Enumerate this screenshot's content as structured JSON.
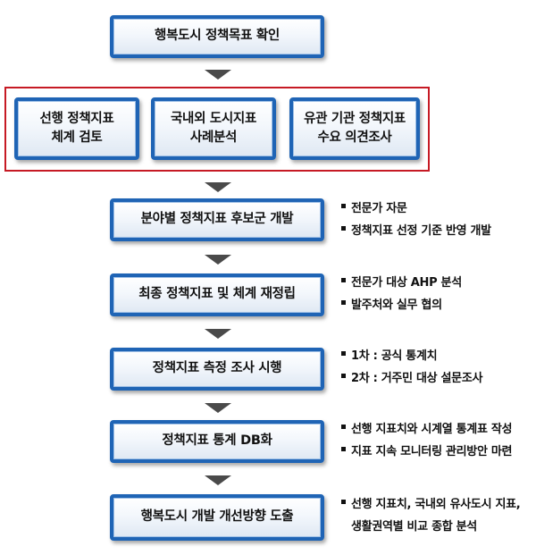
{
  "steps": {
    "s1": "행복도시 정책목표 확인",
    "sub1": [
      "선행 정책지표",
      "체계 검토"
    ],
    "sub2": [
      "국내외 도시지표",
      "사례분석"
    ],
    "sub3": [
      "유관 기관 정책지표",
      "수요 의견조사"
    ],
    "s2": "분야별 정책지표 후보군 개발",
    "s3": "최종 정책지표 및 체계 재정립",
    "s4": "정책지표 측정 조사 시행",
    "s5": "정책지표 통계 DB화",
    "s6": "행복도시 개발 개선방향 도출"
  },
  "notes": {
    "n2": [
      "전문가 자문",
      "정책지표 선정 기준 반영 개발"
    ],
    "n3": [
      "전문가 대상 AHP 분석",
      "발주처와 실무 협의"
    ],
    "n4": [
      "1차 : 공식 통계치",
      "2차 : 거주민 대상 설문조사"
    ],
    "n5": [
      "선행 지표치와 시계열 통계표 작성",
      "지표 지속 모니터링 관리방안 마련"
    ],
    "n6": [
      "선행 지표치, 국내외 유사도시 지표,",
      "생활권역별 비교 종합 분석"
    ]
  },
  "colors": {
    "box_border": "#1f64b5",
    "frame": "#c61a24",
    "arrow": "#4a4a4a"
  }
}
